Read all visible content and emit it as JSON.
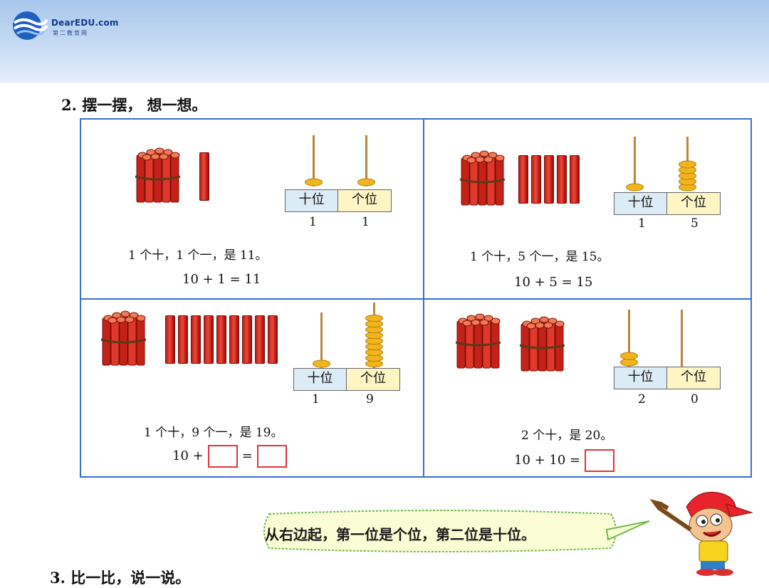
{
  "header": {
    "logo_name": "DearEDU.com",
    "logo_sub": "第二教育网",
    "logo_icon": "wave-logo-icon",
    "background_color": "#b7d1f0"
  },
  "exercise": {
    "title": "2. 摆一摆， 想一想。",
    "table_headers": {
      "tens": "十位",
      "ones": "个位"
    },
    "panels": [
      {
        "tens_digit": "1",
        "ones_digit": "1",
        "sentence": "1 个十，1 个一，是 11。",
        "equation": "10 + 1 = 11",
        "bundles": 1,
        "loose_sticks": 1,
        "tens_beads": 1,
        "ones_beads": 1
      },
      {
        "tens_digit": "1",
        "ones_digit": "5",
        "sentence": "1 个十，5 个一，是 15。",
        "equation": "10 + 5 = 15",
        "bundles": 1,
        "loose_sticks": 5,
        "tens_beads": 1,
        "ones_beads": 5
      },
      {
        "tens_digit": "1",
        "ones_digit": "9",
        "sentence": "1 个十，9 个一，是 19。",
        "eq_part1": "10 +",
        "eq_part2": "=",
        "bundles": 1,
        "loose_sticks": 9,
        "tens_beads": 1,
        "ones_beads": 9
      },
      {
        "tens_digit": "2",
        "ones_digit": "0",
        "sentence": "2 个十，是 20。",
        "eq_part1": "10 + 10 =",
        "bundles": 2,
        "loose_sticks": 0,
        "tens_beads": 2,
        "ones_beads": 0
      }
    ],
    "tip": "从右边起，第一位是个位，第二位是十位。",
    "next_heading": "3. 比一比，说一说。"
  },
  "colors": {
    "grid_border": "#3a6fd0",
    "answer_box": "#e0343c",
    "stick_red": "#d9281c",
    "bead_gold": "#f2b41c"
  }
}
